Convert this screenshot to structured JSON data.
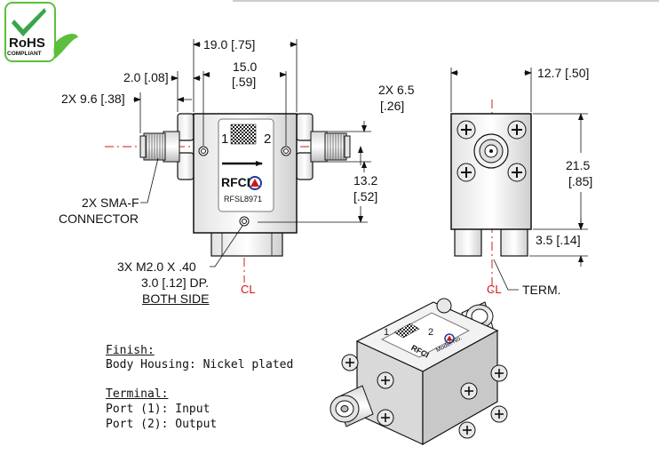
{
  "badge": {
    "title": "RoHS",
    "subtitle": "COMPLIANT",
    "colors": {
      "check": "#3aa54a",
      "leaf": "#5cbf3a",
      "border": "#5cbf3a"
    }
  },
  "dimensions": {
    "overall_width": "19.0 [.75]",
    "edge_offset": "2.0 [.08]",
    "hole_spacing_a": "15.0",
    "hole_spacing_b": "[.59]",
    "connector_length": "2X 9.6 [.38]",
    "connector_width_a": "2X 6.5",
    "connector_width_b": "[.26]",
    "center_height_a": "13.2",
    "center_height_b": "[.52]",
    "side_depth": "12.7 [.50]",
    "side_height_a": "21.5",
    "side_height_b": "[.85]",
    "foot_height": "3.5 [.14]"
  },
  "callouts": {
    "connector_line1": "2X SMA-F",
    "connector_line2": "CONNECTOR",
    "screw_line1": "3X M2.0 X .40",
    "screw_line2": "3.0 [.12] DP.",
    "screw_line3": "BOTH SIDE",
    "term": "TERM.",
    "centerline": "CL"
  },
  "label": {
    "port1": "1",
    "port2": "2",
    "brand": "RFCI",
    "model": "RFSL8971",
    "iso_brand": "RFCI",
    "iso_model": "Model No.",
    "iso_port1": "1",
    "iso_port2": "2"
  },
  "notes": {
    "finish_title": "Finish:",
    "finish_value": "Body Housing: Nickel plated",
    "terminal_title": "Terminal:",
    "terminal_port1": "Port (1): Input",
    "terminal_port2": "Port (2): Output"
  },
  "colors": {
    "centerline": "#d01818",
    "logo_blue": "#1f3a9a",
    "logo_red": "#d01818"
  }
}
